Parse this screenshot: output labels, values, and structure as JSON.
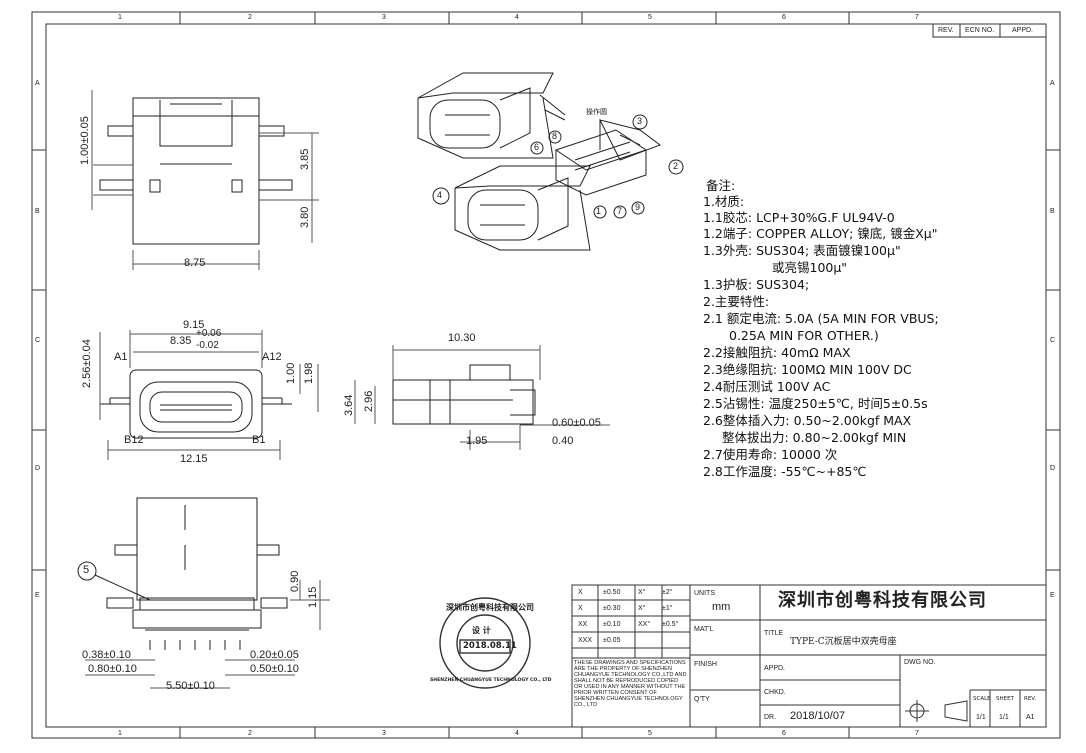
{
  "grid": {
    "cols": [
      "1",
      "2",
      "3",
      "4",
      "5",
      "6",
      "7"
    ],
    "rows": [
      "A",
      "B",
      "C",
      "D",
      "E"
    ]
  },
  "revision_header": {
    "rev": "REV.",
    "ecn": "ECN NO.",
    "appd": "APPD."
  },
  "dimensions": {
    "top_view": {
      "d1": "1.00±0.05",
      "d2": "3.85",
      "d3": "3.80",
      "width": "8.75"
    },
    "front_view": {
      "d_overall": "9.15",
      "d_inner": "8.35",
      "tol_plus": "+0.06",
      "tol_minus": "-0.02",
      "d_height": "2.56±0.04",
      "d_1_00": "1.00",
      "d_1_98": "1.98",
      "d_base": "12.15",
      "pin_a1": "A1",
      "pin_a12": "A12",
      "pin_b12": "B12",
      "pin_b1": "B1"
    },
    "side_view": {
      "len": "10.30",
      "h1": "3.64",
      "h2": "2.96",
      "d_060": "0.60±0.05",
      "d_040": "0.40",
      "d_195": "1.95"
    },
    "bottom_view": {
      "callout": "5",
      "d_090": "0.90",
      "d_115": "1.15",
      "d_038": "0.38±0.10",
      "d_080": "0.80±0.10",
      "d_020": "0.20±0.05",
      "d_050": "0.50±0.10",
      "d_550": "5.50±0.10"
    }
  },
  "exploded": {
    "label_text": "操作圆",
    "callouts": [
      "1",
      "2",
      "3",
      "4",
      "6",
      "7",
      "8",
      "9"
    ]
  },
  "notes": {
    "title": "备注:",
    "lines": [
      "1.材质:",
      "1.1胶芯: LCP+30%G.F UL94V-0",
      "1.2端子: COPPER ALLOY; 镍底, 镀金Xμ\"",
      "1.3外壳: SUS304; 表面镀镍100μ\"",
      "或亮锡100μ\"",
      "1.3护板: SUS304;",
      "2.主要特性:",
      "2.1 额定电流: 5.0A (5A MIN FOR VBUS;",
      "0.25A MIN FOR OTHER.)",
      "2.2接触阻抗: 40mΩ MAX",
      "2.3绝缘阻抗: 100MΩ MIN 100V DC",
      "2.4耐压测试  100V AC",
      "2.5沾锡性: 温度250±5℃, 时间5±0.5s",
      "2.6整体插入力: 0.50~2.00kgf MAX",
      "整体拔出力: 0.80~2.00kgf MIN",
      "2.7使用寿命: 10000 次",
      "2.8工作温度: -55℃~+85℃"
    ]
  },
  "stamp": {
    "outer_text": "深圳市创粤科技有限公司",
    "inner_label": "设 计",
    "date": "2018.08.11",
    "bottom_text": "SHENZHEN CHUANGYUE TECHNOLOGY CO., LTD"
  },
  "title_block": {
    "tolerances": [
      {
        "k": "X",
        "v": "±0.50",
        "k2": "X°",
        "v2": "±2°"
      },
      {
        "k": "X",
        "v": "±0.30",
        "k2": "X°",
        "v2": "±1°"
      },
      {
        "k": "XX",
        "v": "±0.10",
        "k2": "XX°",
        "v2": "±0.5°"
      },
      {
        "k": "XXX",
        "v": "±0.05",
        "k2": "",
        "v2": ""
      }
    ],
    "units_label": "UNITS",
    "units_value": "mm",
    "matl_label": "MAT'L",
    "finish_label": "FINISH",
    "qty_label": "Q'TY",
    "company": "深圳市创粤科技有限公司",
    "title_label": "TITLE",
    "title_value": "TYPE-C沉板居中双壳母座",
    "appd_label": "APPD.",
    "chkd_label": "CHKD.",
    "dr_label": "DR.",
    "dr_date": "2018/10/07",
    "dwg_label": "DWG NO.",
    "scale_label": "SCALE",
    "sheet_label": "SHEET",
    "rev_label": "REV.",
    "scale_value": "1/1",
    "sheet_value": "1/1",
    "rev_value": "A1",
    "disclaimer": "THESE DRAWINGS AND SPECIFICATIONS ARE THE PROPERTY OF SHENZHEN CHUANGYUE TECHNOLOGY CO.,LTD AND SHALL NOT BE REPRODUCED COPIED OR USED IN ANY MANNER WITHOUT THE PRIOR WRITTEN CONSENT OF SHENZHEN CHUANGYUE TECHNOLOGY CO., LTD"
  }
}
